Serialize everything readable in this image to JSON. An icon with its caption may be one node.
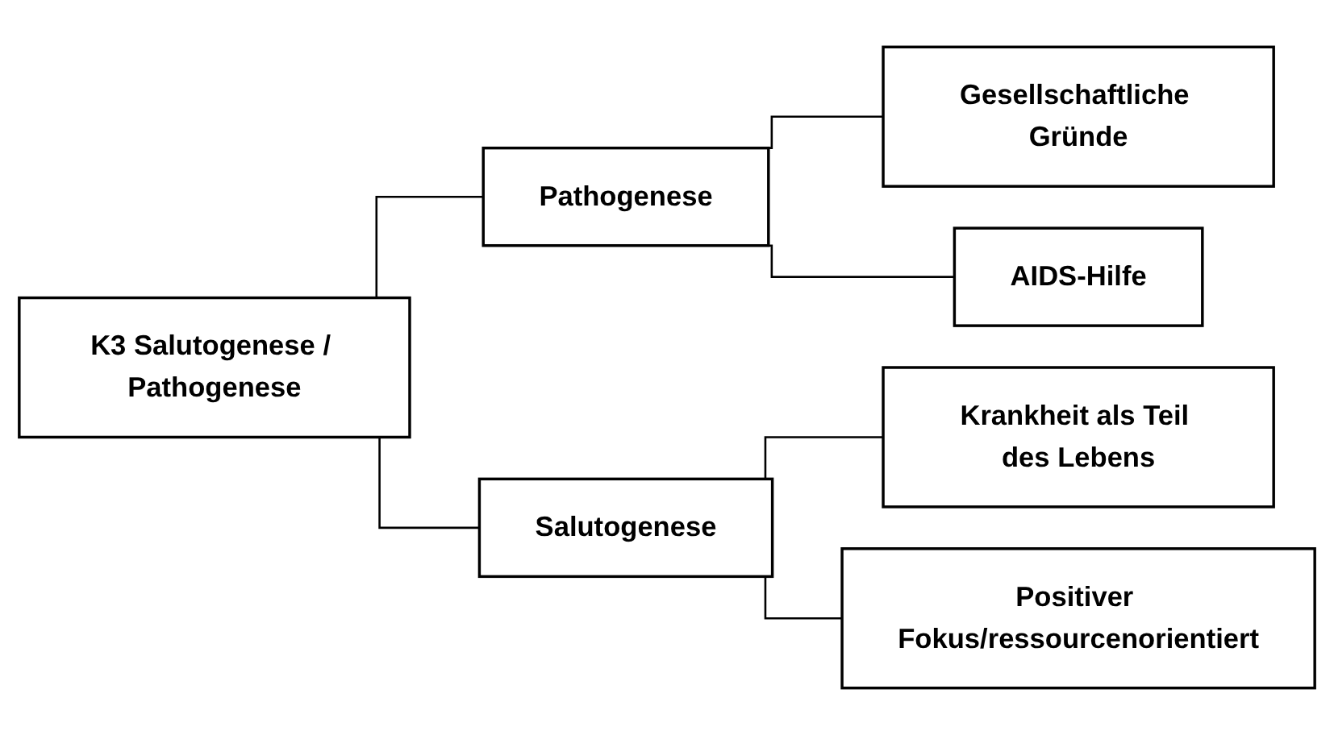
{
  "diagram": {
    "nodes": [
      {
        "text": [
          "K3 Salutogenese / Pathogenese"
        ]
      },
      {
        "text": [
          "Pathogenese"
        ]
      },
      {
        "text": [
          "Gesellschaftliche Gründe"
        ]
      },
      {
        "text": [
          "AIDS-Hilfe"
        ]
      },
      {
        "text": [
          "Salutogenese"
        ]
      },
      {
        "text": [
          "Krankheit als Teil des Lebens"
        ]
      },
      {
        "text": [
          "Positiver Fokus/ressourcenorientiert"
        ]
      }
    ],
    "edges": [
      {
        "from": 0,
        "to": 1,
        "arrow": "none"
      },
      {
        "from": 0,
        "to": 4,
        "arrow": "none"
      },
      {
        "from": 1,
        "to": 2,
        "arrow": "none"
      },
      {
        "from": 1,
        "to": 3,
        "arrow": "none"
      },
      {
        "from": 4,
        "to": 5,
        "arrow": "none"
      },
      {
        "from": 4,
        "to": 6,
        "arrow": "none"
      }
    ]
  }
}
